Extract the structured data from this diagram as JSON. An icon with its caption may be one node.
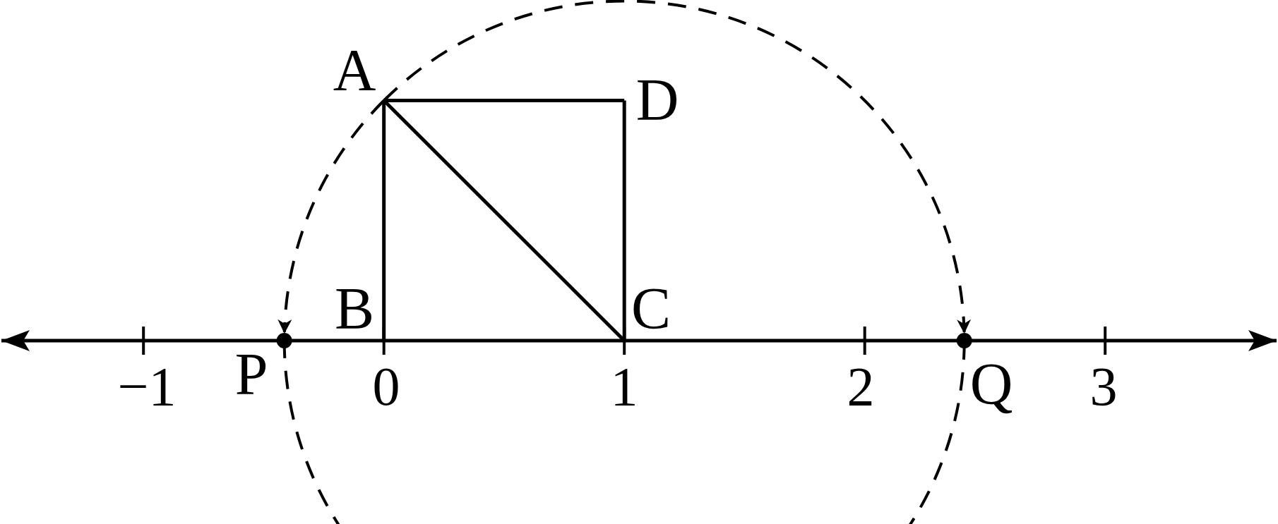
{
  "diagram": {
    "nodes": [
      {
        "text": [
          "A"
        ]
      },
      {
        "text": [
          "D"
        ]
      },
      {
        "text": [
          "B"
        ]
      },
      {
        "text": [
          "C"
        ]
      },
      {
        "text": [
          "P"
        ]
      },
      {
        "text": [
          "Q"
        ]
      }
    ],
    "edges": [
      {
        "from": 0,
        "to": 1,
        "arrow": "none"
      },
      {
        "from": 1,
        "to": 3,
        "arrow": "none"
      },
      {
        "from": 0,
        "to": 2,
        "arrow": "none"
      },
      {
        "from": 0,
        "to": 3,
        "arrow": "none"
      },
      {
        "from": 0,
        "to": 4,
        "arrow": "to",
        "style": "dashed"
      },
      {
        "from": 0,
        "to": 5,
        "arrow": "to",
        "style": "dashed"
      }
    ],
    "labels": [
      "−1",
      "0",
      "1",
      "2",
      "3"
    ]
  }
}
